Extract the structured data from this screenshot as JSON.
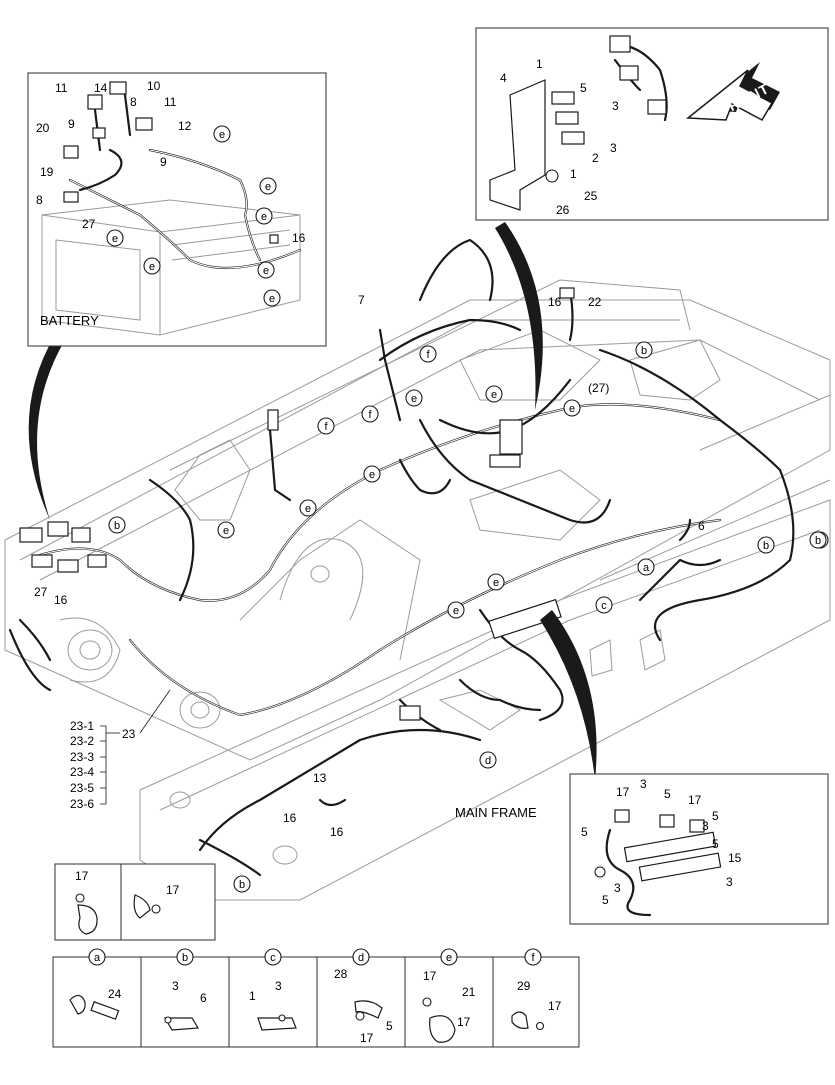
{
  "diagram": {
    "captions": {
      "battery": "BATTERY",
      "main_frame": "MAIN FRAME",
      "front": "FRONT"
    },
    "battery_inset": {
      "labels": [
        "11",
        "14",
        "10",
        "8",
        "11",
        "12",
        "9",
        "20",
        "9",
        "19",
        "8",
        "27",
        "16"
      ],
      "circle_labels": [
        "e",
        "e",
        "e",
        "e",
        "e",
        "e",
        "e"
      ]
    },
    "bracket_inset": {
      "labels": [
        "1",
        "4",
        "5",
        "3",
        "3",
        "2",
        "1",
        "25",
        "26"
      ]
    },
    "main": {
      "labels": [
        "7",
        "16",
        "22",
        "(27)",
        "27",
        "16",
        "6",
        "23",
        "13",
        "16",
        "16"
      ],
      "sub_labels": [
        "23-1",
        "23-2",
        "23-3",
        "23-4",
        "23-5",
        "23-6"
      ],
      "circle_labels": [
        "b",
        "f",
        "f",
        "f",
        "e",
        "e",
        "e",
        "e",
        "e",
        "e",
        "e",
        "e",
        "b",
        "b",
        "b",
        "b",
        "a",
        "c",
        "d",
        "b"
      ]
    },
    "connector_inset": {
      "labels": [
        "17",
        "3",
        "5",
        "17",
        "5",
        "5",
        "3",
        "5",
        "15",
        "3",
        "3",
        "5"
      ]
    },
    "clip_inset": {
      "labels": [
        "17",
        "17"
      ]
    },
    "detail_panels": [
      {
        "key": "a",
        "labels": [
          "24"
        ]
      },
      {
        "key": "b",
        "labels": [
          "3",
          "6"
        ]
      },
      {
        "key": "c",
        "labels": [
          "1",
          "3"
        ]
      },
      {
        "key": "d",
        "labels": [
          "28",
          "17",
          "5"
        ]
      },
      {
        "key": "e",
        "labels": [
          "17",
          "21",
          "17"
        ]
      },
      {
        "key": "f",
        "labels": [
          "29",
          "17"
        ]
      }
    ]
  }
}
